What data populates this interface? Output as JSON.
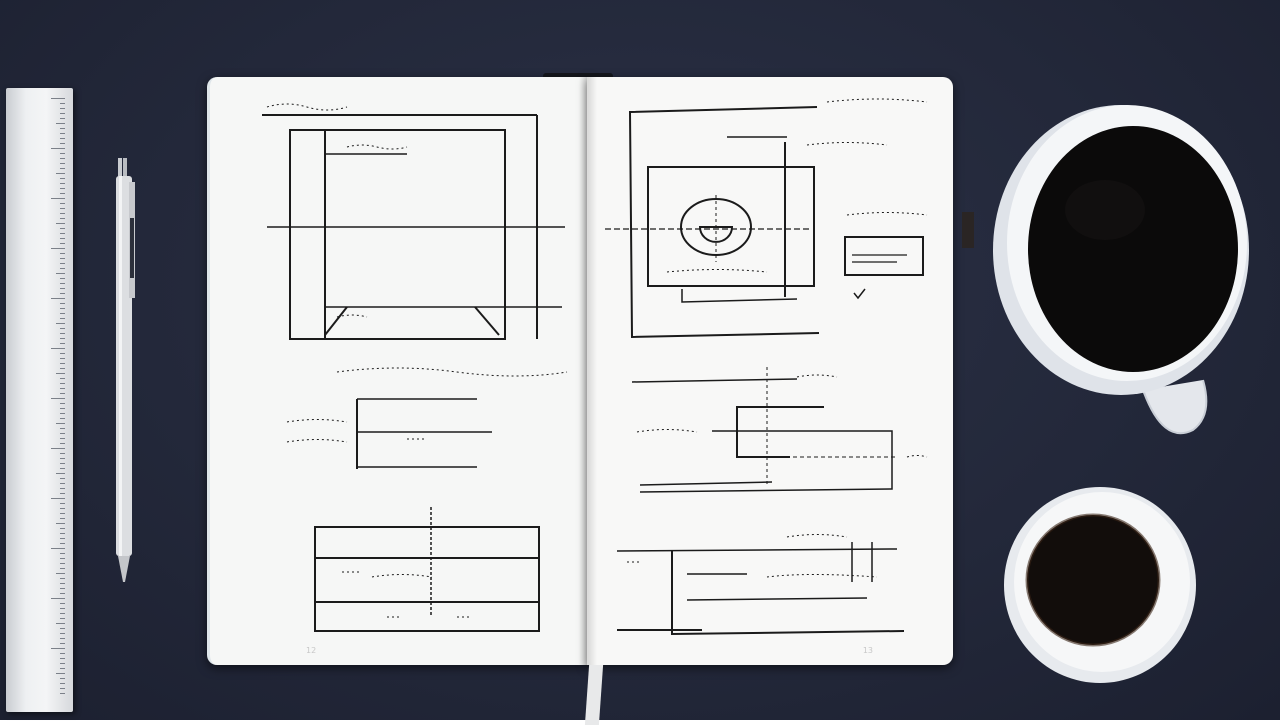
{
  "scene": {
    "description": "Overhead photo of an open notebook with hand-drawn technical diagrams, a metal ruler, a mechanical pen, and two cups of black coffee on a dark navy surface",
    "background_color": "#23283a"
  },
  "objects": {
    "ruler": {
      "label": "metal ruler",
      "color": "#eceef0"
    },
    "pen": {
      "label": "silver pen",
      "color": "#d9dbde"
    },
    "notebook": {
      "label": "open notebook",
      "page_color": "#f6f7f6",
      "ink_color": "#1a1a1a",
      "left_page": {
        "sketches": [
          "framed rectangle with centerline and trapezoid base",
          "dimension bracket diagram",
          "three-band rectangle with vertical axis"
        ],
        "page_number": "12"
      },
      "right_page": {
        "sketches": [
          "nested rectangles with circle and half-circle",
          "small boxed detail with checkmark",
          "stepped line schematic",
          "open rectangular schematic with dashed lines"
        ],
        "page_number": "13"
      }
    },
    "mug": {
      "label": "white mug of black coffee",
      "color": "#eef0f3",
      "liquid_color": "#0b0a0a"
    },
    "cup": {
      "label": "small white cup of espresso",
      "color": "#f1f2f4",
      "liquid_color": "#120d0b"
    }
  }
}
